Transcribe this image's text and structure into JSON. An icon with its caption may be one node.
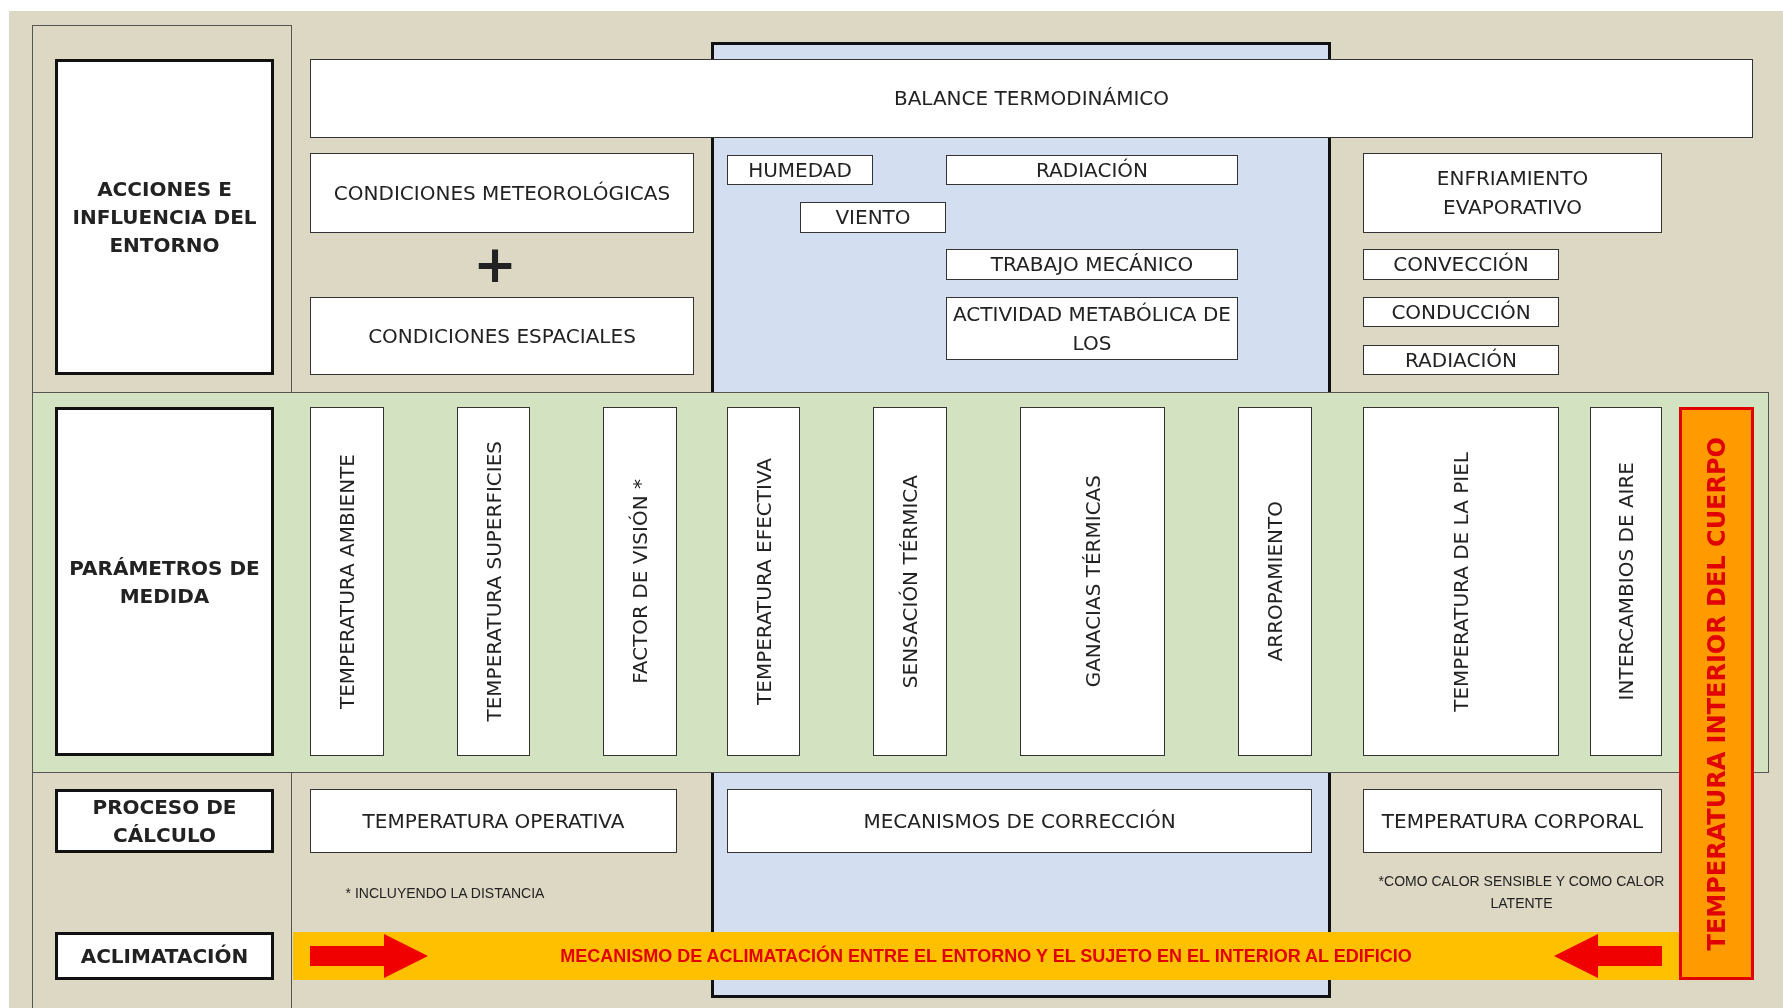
{
  "diagram": {
    "nodes": [
      {
        "text": [
          "ACCIONES E INFLUENCIA DEL ENTORNO"
        ]
      },
      {
        "text": [
          "BALANCE TERMODINÁMICO"
        ]
      },
      {
        "text": [
          "CONDICIONES METEOROLÓGICAS"
        ]
      },
      {
        "text": [
          "HUMEDAD"
        ]
      },
      {
        "text": [
          "RADIACIÓN"
        ]
      },
      {
        "text": [
          "ENFRIAMIENTO EVAPORATIVO"
        ]
      },
      {
        "text": [
          "VIENTO"
        ]
      },
      {
        "text": [
          "TRABAJO MECÁNICO"
        ]
      },
      {
        "text": [
          "CONVECCIÓN"
        ]
      },
      {
        "text": [
          "CONDICIONES ESPACIALES"
        ]
      },
      {
        "text": [
          "ACTIVIDAD METABÓLICA DE LOS"
        ]
      },
      {
        "text": [
          "CONDUCCIÓN"
        ]
      },
      {
        "text": [
          "RADIACIÓN"
        ]
      },
      {
        "text": [
          "PARÁMETROS DE MEDIDA"
        ]
      },
      {
        "text": [
          "TEMPERATURA AMBIENTE"
        ]
      },
      {
        "text": [
          "TEMPERATURA SUPERFICIES"
        ]
      },
      {
        "text": [
          "FACTOR DE VISIÓN *"
        ]
      },
      {
        "text": [
          "TEMPERATURA EFECTIVA"
        ]
      },
      {
        "text": [
          "SENSACIÓN TÉRMICA"
        ]
      },
      {
        "text": [
          "GANACIAS TÉRMICAS"
        ]
      },
      {
        "text": [
          "ARROPAMIENTO"
        ]
      },
      {
        "text": [
          "TEMPERATURA DE LA PIEL"
        ]
      },
      {
        "text": [
          "INTERCAMBIOS DE AIRE"
        ]
      },
      {
        "text": [
          "TEMPERATURA INTERIOR DEL CUERPO"
        ]
      },
      {
        "text": [
          "PROCESO DE CÁLCULO"
        ]
      },
      {
        "text": [
          "TEMPERATURA OPERATIVA"
        ]
      },
      {
        "text": [
          "MECANISMOS DE CORRECCIÓN"
        ]
      },
      {
        "text": [
          "TEMPERATURA CORPORAL"
        ]
      },
      {
        "text": [
          "ACLIMATACIÓN"
        ]
      },
      {
        "text": [
          "MECANISMO DE ACLIMATACIÓN ENTRE EL ENTORNO Y EL SUJETO EN EL INTERIOR AL EDIFICIO"
        ]
      }
    ],
    "labels": [
      "+",
      "* INCLUYENDO LA DISTANCIA",
      "*COMO CALOR SENSIBLE Y COMO CALOR LATENTE"
    ]
  }
}
